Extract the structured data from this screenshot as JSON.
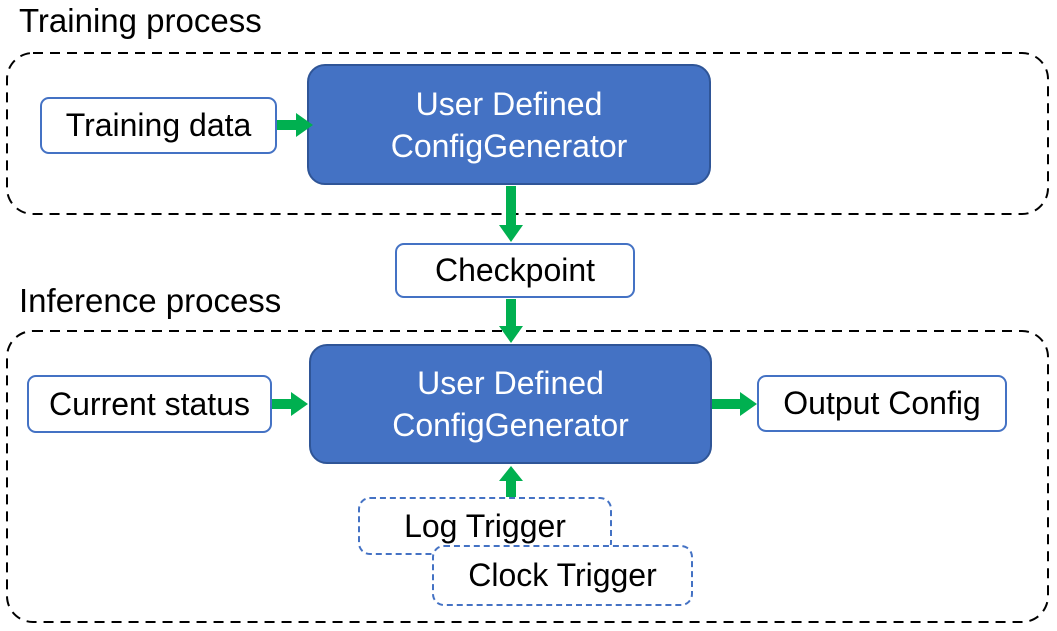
{
  "sections": {
    "training": {
      "label": "Training process"
    },
    "inference": {
      "label": "Inference process"
    }
  },
  "nodes": {
    "training_data": {
      "label": "Training data"
    },
    "training_generator": {
      "line1": "User Defined",
      "line2": "ConfigGenerator"
    },
    "checkpoint": {
      "label": "Checkpoint"
    },
    "current_status": {
      "label": "Current status"
    },
    "inference_generator": {
      "line1": "User Defined",
      "line2": "ConfigGenerator"
    },
    "output_config": {
      "label": "Output Config"
    },
    "log_trigger": {
      "label": "Log Trigger"
    },
    "clock_trigger": {
      "label": "Clock Trigger"
    }
  },
  "edges": [
    {
      "from": "training_data",
      "to": "training_generator",
      "direction": "right"
    },
    {
      "from": "training_generator",
      "to": "checkpoint",
      "direction": "down"
    },
    {
      "from": "checkpoint",
      "to": "inference_generator",
      "direction": "down"
    },
    {
      "from": "current_status",
      "to": "inference_generator",
      "direction": "right"
    },
    {
      "from": "inference_generator",
      "to": "output_config",
      "direction": "right"
    },
    {
      "from": "log_trigger",
      "to": "inference_generator",
      "direction": "up"
    }
  ],
  "colors": {
    "node_fill": "#4472C4",
    "node_border": "#2F5597",
    "box_border": "#4472C4",
    "trigger_border": "#4472C4",
    "arrow": "#00B050",
    "container_border": "#000000",
    "text_dark": "#000000",
    "text_light": "#FFFFFF"
  }
}
